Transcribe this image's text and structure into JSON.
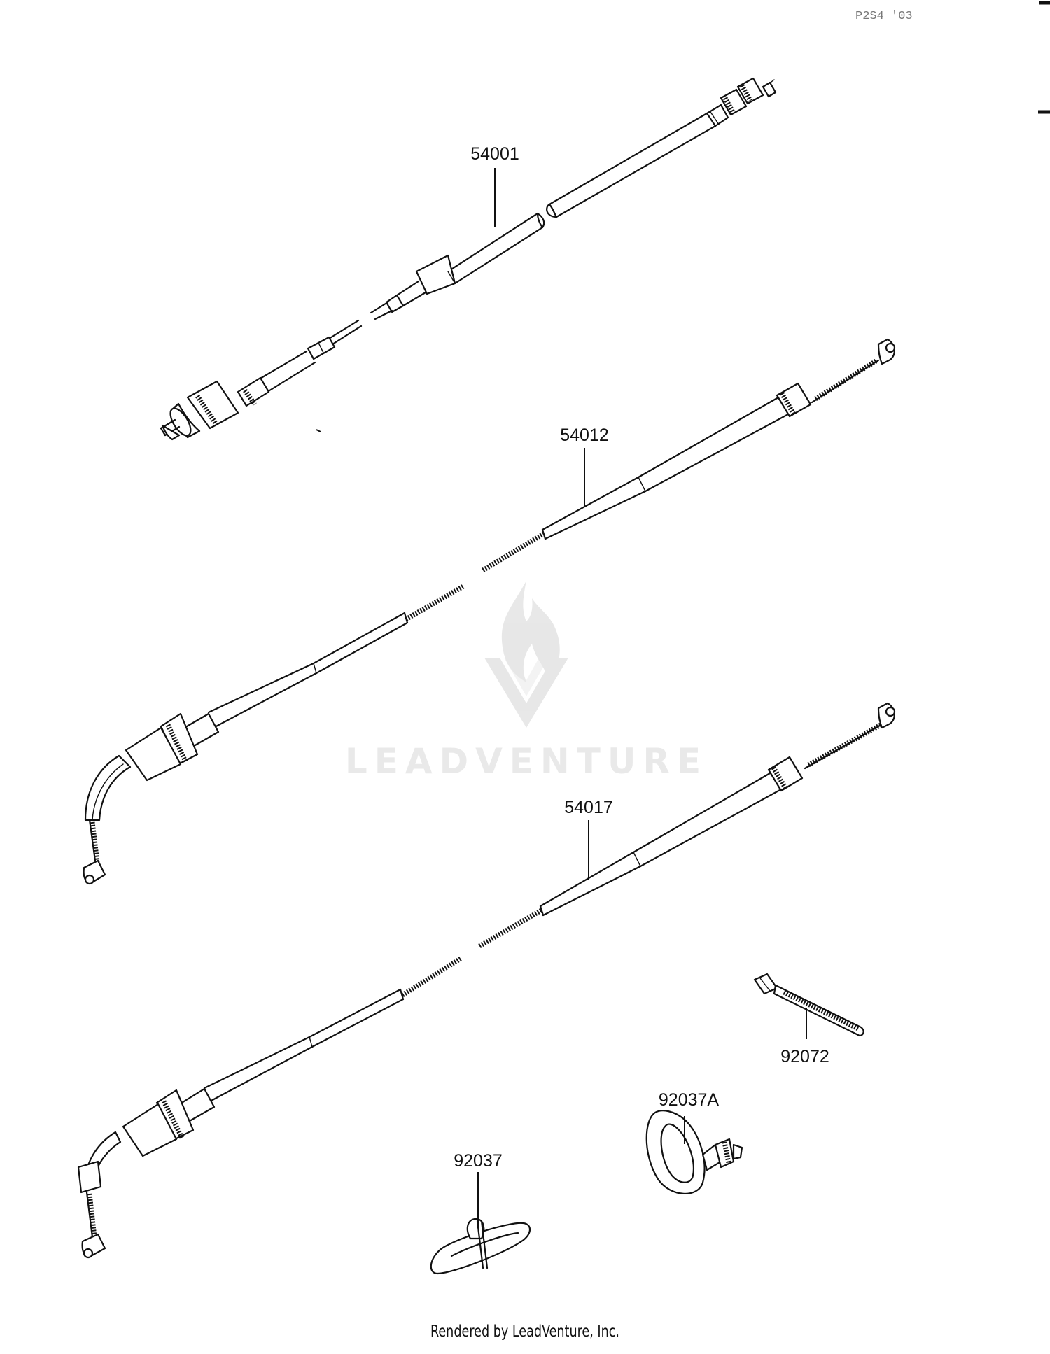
{
  "page": {
    "corner_code": "P2S4 '03",
    "credit": "Rendered by LeadVenture, Inc."
  },
  "watermark": {
    "text": "LEADVENTURE",
    "logo": "leadventure-flame-v-logo"
  },
  "parts": [
    {
      "id": "54001",
      "label": "54001"
    },
    {
      "id": "54012",
      "label": "54012"
    },
    {
      "id": "54017",
      "label": "54017"
    },
    {
      "id": "92072",
      "label": "92072"
    },
    {
      "id": "92037A",
      "label": "92037A"
    },
    {
      "id": "92037",
      "label": "92037"
    }
  ]
}
